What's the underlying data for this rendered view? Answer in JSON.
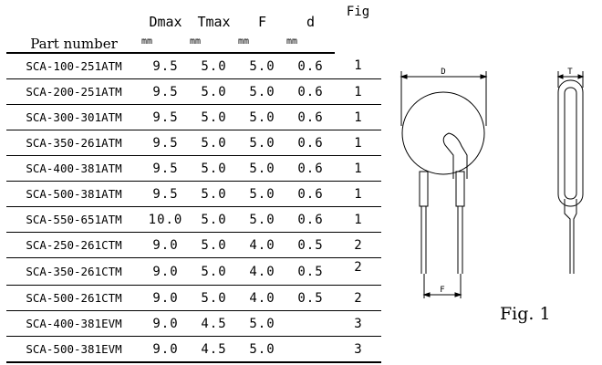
{
  "table": {
    "headers": {
      "part_number": "Part number",
      "dmax": "Dmax",
      "tmax": "Tmax",
      "f": "F",
      "d": "d",
      "fig": "Fig"
    },
    "units": {
      "dmax": "mm",
      "tmax": "mm",
      "f": "mm",
      "d": "mm"
    },
    "rows": [
      {
        "part": "SCA-100-251ATM",
        "dmax": "9.5",
        "tmax": "5.0",
        "f": "5.0",
        "d": "0.6",
        "fig": "1"
      },
      {
        "part": "SCA-200-251ATM",
        "dmax": "9.5",
        "tmax": "5.0",
        "f": "5.0",
        "d": "0.6",
        "fig": "1"
      },
      {
        "part": "SCA-300-301ATM",
        "dmax": "9.5",
        "tmax": "5.0",
        "f": "5.0",
        "d": "0.6",
        "fig": "1"
      },
      {
        "part": "SCA-350-261ATM",
        "dmax": "9.5",
        "tmax": "5.0",
        "f": "5.0",
        "d": "0.6",
        "fig": "1"
      },
      {
        "part": "SCA-400-381ATM",
        "dmax": "9.5",
        "tmax": "5.0",
        "f": "5.0",
        "d": "0.6",
        "fig": "1"
      },
      {
        "part": "SCA-500-381ATM",
        "dmax": "9.5",
        "tmax": "5.0",
        "f": "5.0",
        "d": "0.6",
        "fig": "1"
      },
      {
        "part": "SCA-550-651ATM",
        "dmax": "10.0",
        "tmax": "5.0",
        "f": "5.0",
        "d": "0.6",
        "fig": "1"
      },
      {
        "part": "SCA-250-261CTM",
        "dmax": "9.0",
        "tmax": "5.0",
        "f": "4.0",
        "d": "0.5",
        "fig": "2"
      },
      {
        "part": "SCA-350-261CTM",
        "dmax": "9.0",
        "tmax": "5.0",
        "f": "4.0",
        "d": "0.5",
        "fig": "2"
      },
      {
        "part": "SCA-500-261CTM",
        "dmax": "9.0",
        "tmax": "5.0",
        "f": "4.0",
        "d": "0.5",
        "fig": "2"
      },
      {
        "part": "SCA-400-381EVM",
        "dmax": "9.0",
        "tmax": "4.5",
        "f": "5.0",
        "d": "",
        "fig": "3"
      },
      {
        "part": "SCA-500-381EVM",
        "dmax": "9.0",
        "tmax": "4.5",
        "f": "5.0",
        "d": "",
        "fig": "3"
      }
    ]
  },
  "drawing": {
    "front_view": {
      "diameter_label": "D",
      "spacing_label": "F"
    },
    "side_view": {
      "thickness_label": "T"
    }
  },
  "figure_caption": "Fig. 1"
}
